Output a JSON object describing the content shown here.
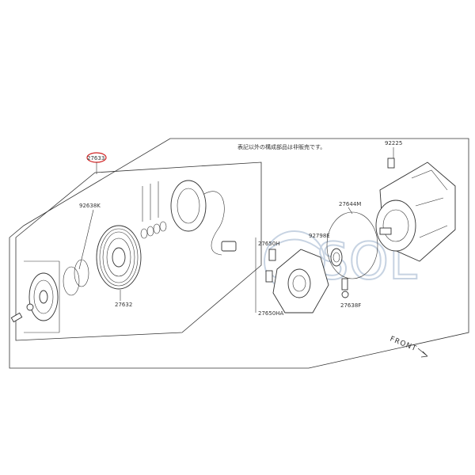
{
  "note": "表記以外の構成部品は非販売です。",
  "front_label": "FRONT",
  "watermark": "SOL",
  "labels": {
    "l27633": "27633",
    "l92638k": "92638K",
    "l27632": "27632",
    "l92225": "92225",
    "l27644m": "27644M",
    "l92798e": "92798E",
    "l27650h": "27650H",
    "l27650ha": "27650HA",
    "l27638f": "27638F"
  },
  "colors": {
    "highlight": "#d02020",
    "line": "#333333",
    "watermark": "#c7d3e2"
  }
}
